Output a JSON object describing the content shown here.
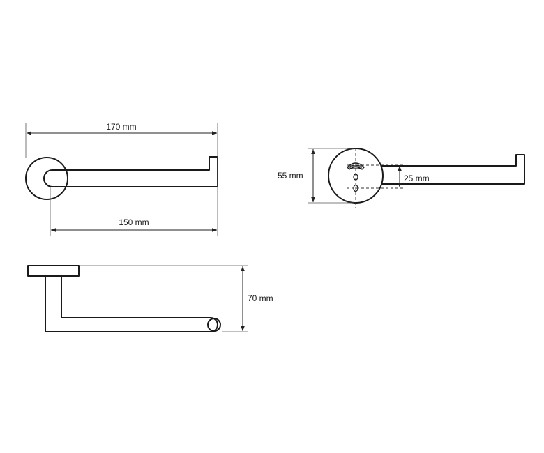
{
  "dimensions": {
    "total_length": "170 mm",
    "bar_length": "150 mm",
    "rosette_diameter": "55 mm",
    "mounting_hole_spacing": "25 mm",
    "projection_depth": "70 mm"
  },
  "colors": {
    "line": "#1a1a1a",
    "background": "#ffffff"
  }
}
